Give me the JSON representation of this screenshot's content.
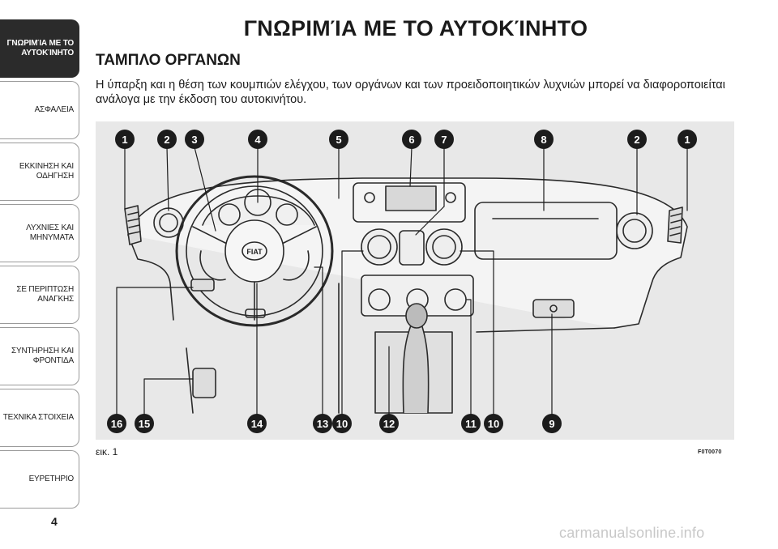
{
  "tabs": [
    {
      "label": "ΓΝΩΡΙΜΊΑ ΜΕ ΤΟ\nΑΥΤΟΚΊΝΗΤΟ",
      "active": true
    },
    {
      "label": "ΑΣΦΑΛΕΙΑ",
      "active": false
    },
    {
      "label": "ΕΚΚΙΝΗΣΗ ΚΑΙ\nΟΔΗΓΗΣΗ",
      "active": false
    },
    {
      "label": "ΛΥΧΝΙΕΣ ΚΑΙ\nΜΗΝΥΜΑΤΑ",
      "active": false
    },
    {
      "label": "ΣΕ ΠΕΡΙΠΤΩΣΗ\nΑΝΑΓΚΗΣ",
      "active": false
    },
    {
      "label": "ΣΥΝΤΗΡΗΣΗ ΚΑΙ\nΦΡΟΝΤΙΔΑ",
      "active": false
    },
    {
      "label": "ΤΕΧΝΙΚΑ ΣΤΟΙΧΕΙΑ",
      "active": false
    },
    {
      "label": "ΕΥΡΕΤΗΡΙΟ",
      "active": false
    }
  ],
  "page": {
    "title": "ΓΝΩΡΙΜΊΑ ΜΕ ΤΟ ΑΥΤΟΚΊΝΗΤΟ",
    "section": "ΤΑΜΠΛΟ ΟΡΓΑΝΩΝ",
    "intro": "Η ύπαρξη και η θέση των κουμπιών ελέγχου, των οργάνων και των προειδοποιητικών λυχνιών μπορεί να διαφοροποιείται ανάλογα με την έκδοση του αυτοκινήτου.",
    "page_number": "4"
  },
  "figure": {
    "caption": "εικ. 1",
    "code": "F0T0070",
    "steering_logo": "FIAT",
    "callouts_top": [
      "1",
      "2",
      "3",
      "4",
      "5",
      "6",
      "7",
      "8",
      "2",
      "1"
    ],
    "callouts_bottom": [
      "16",
      "15",
      "14",
      "13",
      "10",
      "12",
      "11",
      "10",
      "9"
    ]
  },
  "watermark": "carmanualsonline.info"
}
